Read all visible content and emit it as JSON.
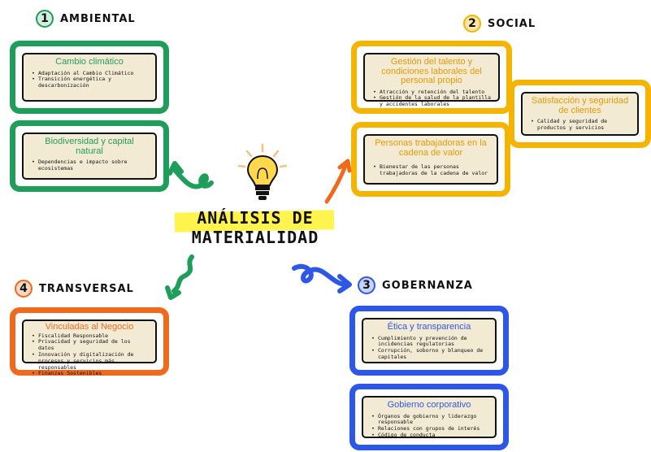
{
  "center": {
    "line1": "ANÁLISIS DE",
    "line2": "MATERIALIDAD"
  },
  "sections": {
    "ambiental": {
      "number": "1",
      "label": "AMBIENTAL",
      "color": "#1e9e5a"
    },
    "social": {
      "number": "2",
      "label": "SOCIAL",
      "color": "#f4b400"
    },
    "gobernanza": {
      "number": "3",
      "label": "GOBERNANZA",
      "color": "#2d57e6"
    },
    "transversal": {
      "number": "4",
      "label": "TRANSVERSAL",
      "color": "#f06a1e"
    }
  },
  "boxes": {
    "cambio": {
      "title": "Cambio climático",
      "items": [
        "Adaptación al Cambio Climático",
        "Transición energética y descarbonización"
      ]
    },
    "biodiversidad": {
      "title": "Biodiversidad y capital natural",
      "items": [
        "Dependencias e impacto sobre ecosistemas"
      ]
    },
    "talento": {
      "title": "Gestión del talento y condiciones laborales del personal propio",
      "items": [
        "Atracción y retención del talento",
        "Gestión de la salud de la plantilla y accidentes laborales"
      ]
    },
    "satisfaccion": {
      "title": "Satisfacción y seguridad de clientes",
      "items": [
        "Calidad y seguridad de productos y servicios"
      ]
    },
    "cadena": {
      "title": "Personas trabajadoras en la cadena de valor",
      "items": [
        "Bienestar de las personas trabajadoras de la cadena de valor"
      ]
    },
    "etica": {
      "title": "Ética y transparencia",
      "items": [
        "Cumplimiento y prevención de incidencias regulatorias",
        "Corrupción, soborno y blanqueo de capitales"
      ]
    },
    "gobierno": {
      "title": "Gobierno corporativo",
      "items": [
        "Órganos de gobierno y liderazgo responsable",
        "Relaciones con grupos de interés",
        "Código de conducta"
      ]
    },
    "negocio": {
      "title": "Vinculadas al Negocio",
      "items": [
        "Fiscalidad Responsable",
        "Privacidad y seguridad de los datos",
        "Innovación y digitalización de procesos y servicios más responsables",
        "Finanzas Sostenibles"
      ]
    }
  }
}
